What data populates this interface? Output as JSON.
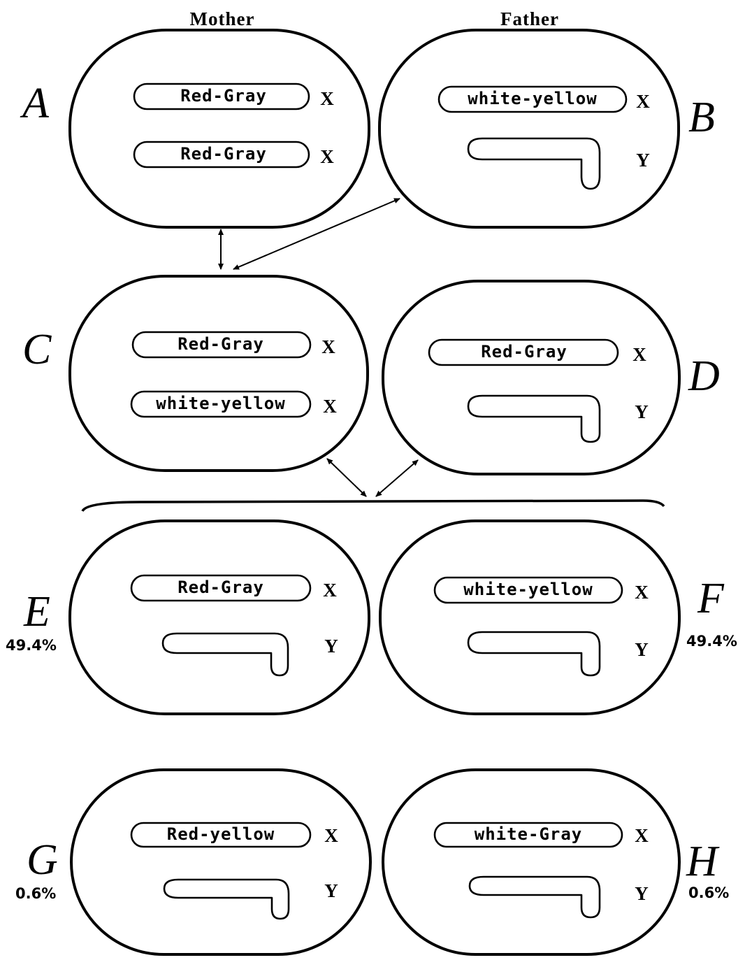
{
  "headers": {
    "mother": "Mother",
    "father": "Father"
  },
  "cells": {
    "A": {
      "letter": "A",
      "percent": "",
      "x1": "Red-Gray",
      "x1_type": "X",
      "x2": "Red-Gray",
      "x2_type": "X"
    },
    "B": {
      "letter": "B",
      "percent": "",
      "x": "white-yellow",
      "x_type": "X",
      "y_type": "Y"
    },
    "C": {
      "letter": "C",
      "percent": "",
      "x1": "Red-Gray",
      "x1_type": "X",
      "x2": "white-yellow",
      "x2_type": "X"
    },
    "D": {
      "letter": "D",
      "percent": "",
      "x": "Red-Gray",
      "x_type": "X",
      "y_type": "Y"
    },
    "E": {
      "letter": "E",
      "percent": "49.4%",
      "x": "Red-Gray",
      "x_type": "X",
      "y_type": "Y"
    },
    "F": {
      "letter": "F",
      "percent": "49.4%",
      "x": "white-yellow",
      "x_type": "X",
      "y_type": "Y"
    },
    "G": {
      "letter": "G",
      "percent": "0.6%",
      "x": "Red-yellow",
      "x_type": "X",
      "y_type": "Y"
    },
    "H": {
      "letter": "H",
      "percent": "0.6%",
      "x": "white-Gray",
      "x_type": "X",
      "y_type": "Y"
    }
  },
  "colors": {
    "ink": "#000000",
    "paper": "#ffffff"
  }
}
